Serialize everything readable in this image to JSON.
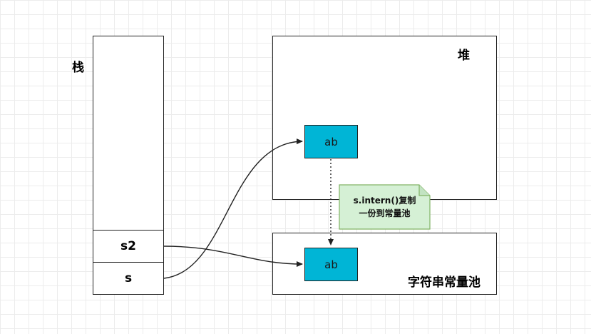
{
  "stack": {
    "label": "栈",
    "slots": [
      "s2",
      "s"
    ]
  },
  "heap": {
    "label": "堆",
    "object_label": "ab"
  },
  "string_pool": {
    "label": "字符串常量池",
    "object_label": "ab"
  },
  "note": {
    "line1": "s.intern()复制",
    "line2": "一份到常量池"
  },
  "colors": {
    "object_fill": "#00b5d6",
    "note_fill": "#d5f0d5",
    "note_border": "#82b366",
    "border": "#222222"
  }
}
